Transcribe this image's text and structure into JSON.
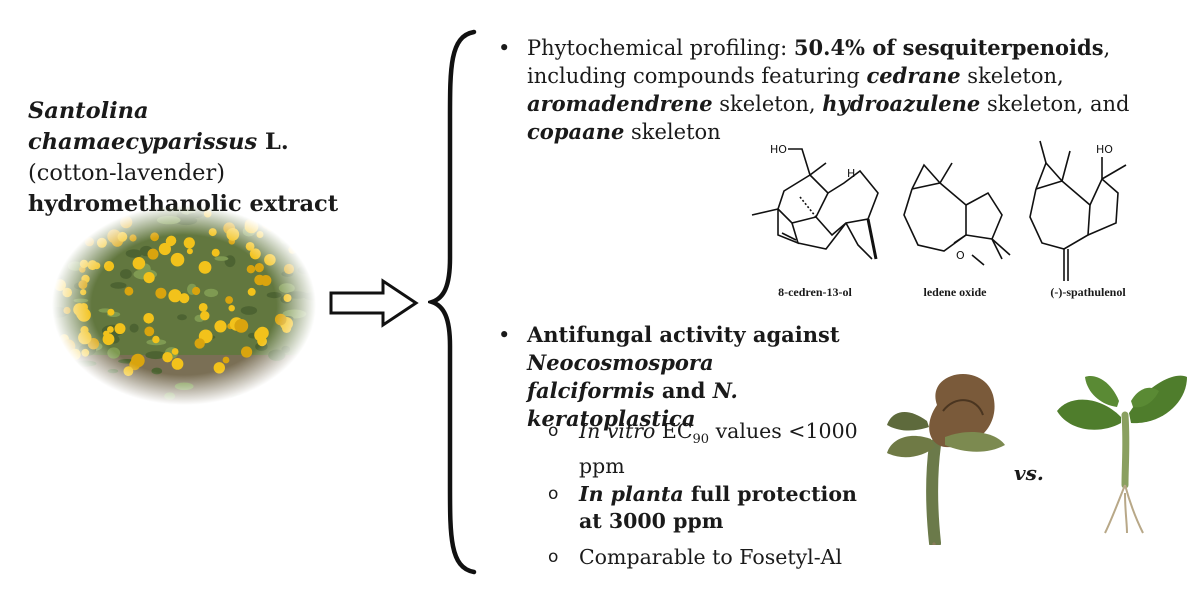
{
  "left": {
    "species": "Santolina chamaecyparissus",
    "authority": " L.",
    "common": "(cotton-lavender)",
    "extract": "hydromethanolic extract"
  },
  "section1": {
    "bullet": "•",
    "p1": "Phytochemical profiling: ",
    "p2": "50.4% of sesquiterpenoids",
    "p3": ", including compounds featuring ",
    "p4": "cedrane",
    "p5": " skeleton, ",
    "p6": "aromadendrene",
    "p7": " skeleton, ",
    "p8": "hydroazulene",
    "p9": " skeleton, and ",
    "p10": "copaane",
    "p11": " skeleton"
  },
  "molecules": [
    {
      "label": "8-cedren-13-ol",
      "atom": "HO",
      "h": "H"
    },
    {
      "label": "ledene oxide",
      "atom": "O"
    },
    {
      "label": "(-)-spathulenol",
      "atom": "HO"
    }
  ],
  "section2": {
    "bullet": "•",
    "h1": "Antifungal activity against ",
    "h2": "Neocosmospora falciformis",
    "h3": " and ",
    "h4": "N. keratoplastica",
    "items": [
      {
        "mark": "o",
        "a": "In vitro",
        "b": " EC",
        "sub": "90",
        "c": " values <1000 ppm"
      },
      {
        "mark": "o",
        "a": "In planta",
        "b": " full protection at 3000 ppm"
      },
      {
        "mark": "o",
        "a": "Comparable to Fosetyl-Al"
      }
    ]
  },
  "vs": "vs.",
  "colors": {
    "flower": "#f2c21b",
    "foliage": "#5f7a3a",
    "leaf_healthy": "#4f7d2c",
    "leaf_diseased": "#7a5a3a"
  },
  "icons": {
    "arrow": "hollow-right-arrow-icon",
    "brace": "left-curly-brace-icon"
  }
}
